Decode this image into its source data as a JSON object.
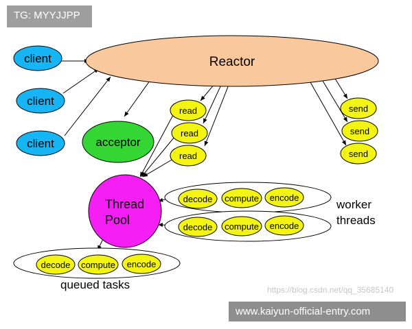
{
  "overlay": {
    "tag": "TG: MYYJJPP",
    "watermark": "https://blog.csdn.net/qq_35685140",
    "brand": "www.kaiyun-official-entry.com"
  },
  "diagram": {
    "reactor": "Reactor",
    "clients": [
      "client",
      "client",
      "client"
    ],
    "acceptor": "acceptor",
    "reads": [
      "read",
      "read",
      "read"
    ],
    "sends": [
      "send",
      "send",
      "send"
    ],
    "thread_pool": [
      "Thread",
      "Pool"
    ],
    "worker_threads": [
      [
        "decode",
        "compute",
        "encode"
      ],
      [
        "decode",
        "compute",
        "encode"
      ]
    ],
    "worker_label": [
      "worker",
      "threads"
    ],
    "queued_tasks": [
      "decode",
      "compute",
      "encode"
    ],
    "queued_label": "queued tasks",
    "colors": {
      "reactor": "#f9c89c",
      "client": "#16b5f5",
      "acceptor": "#33d633",
      "task": "#f4f411",
      "thread_pool": "#f51ef5",
      "outline": "#000000"
    }
  }
}
